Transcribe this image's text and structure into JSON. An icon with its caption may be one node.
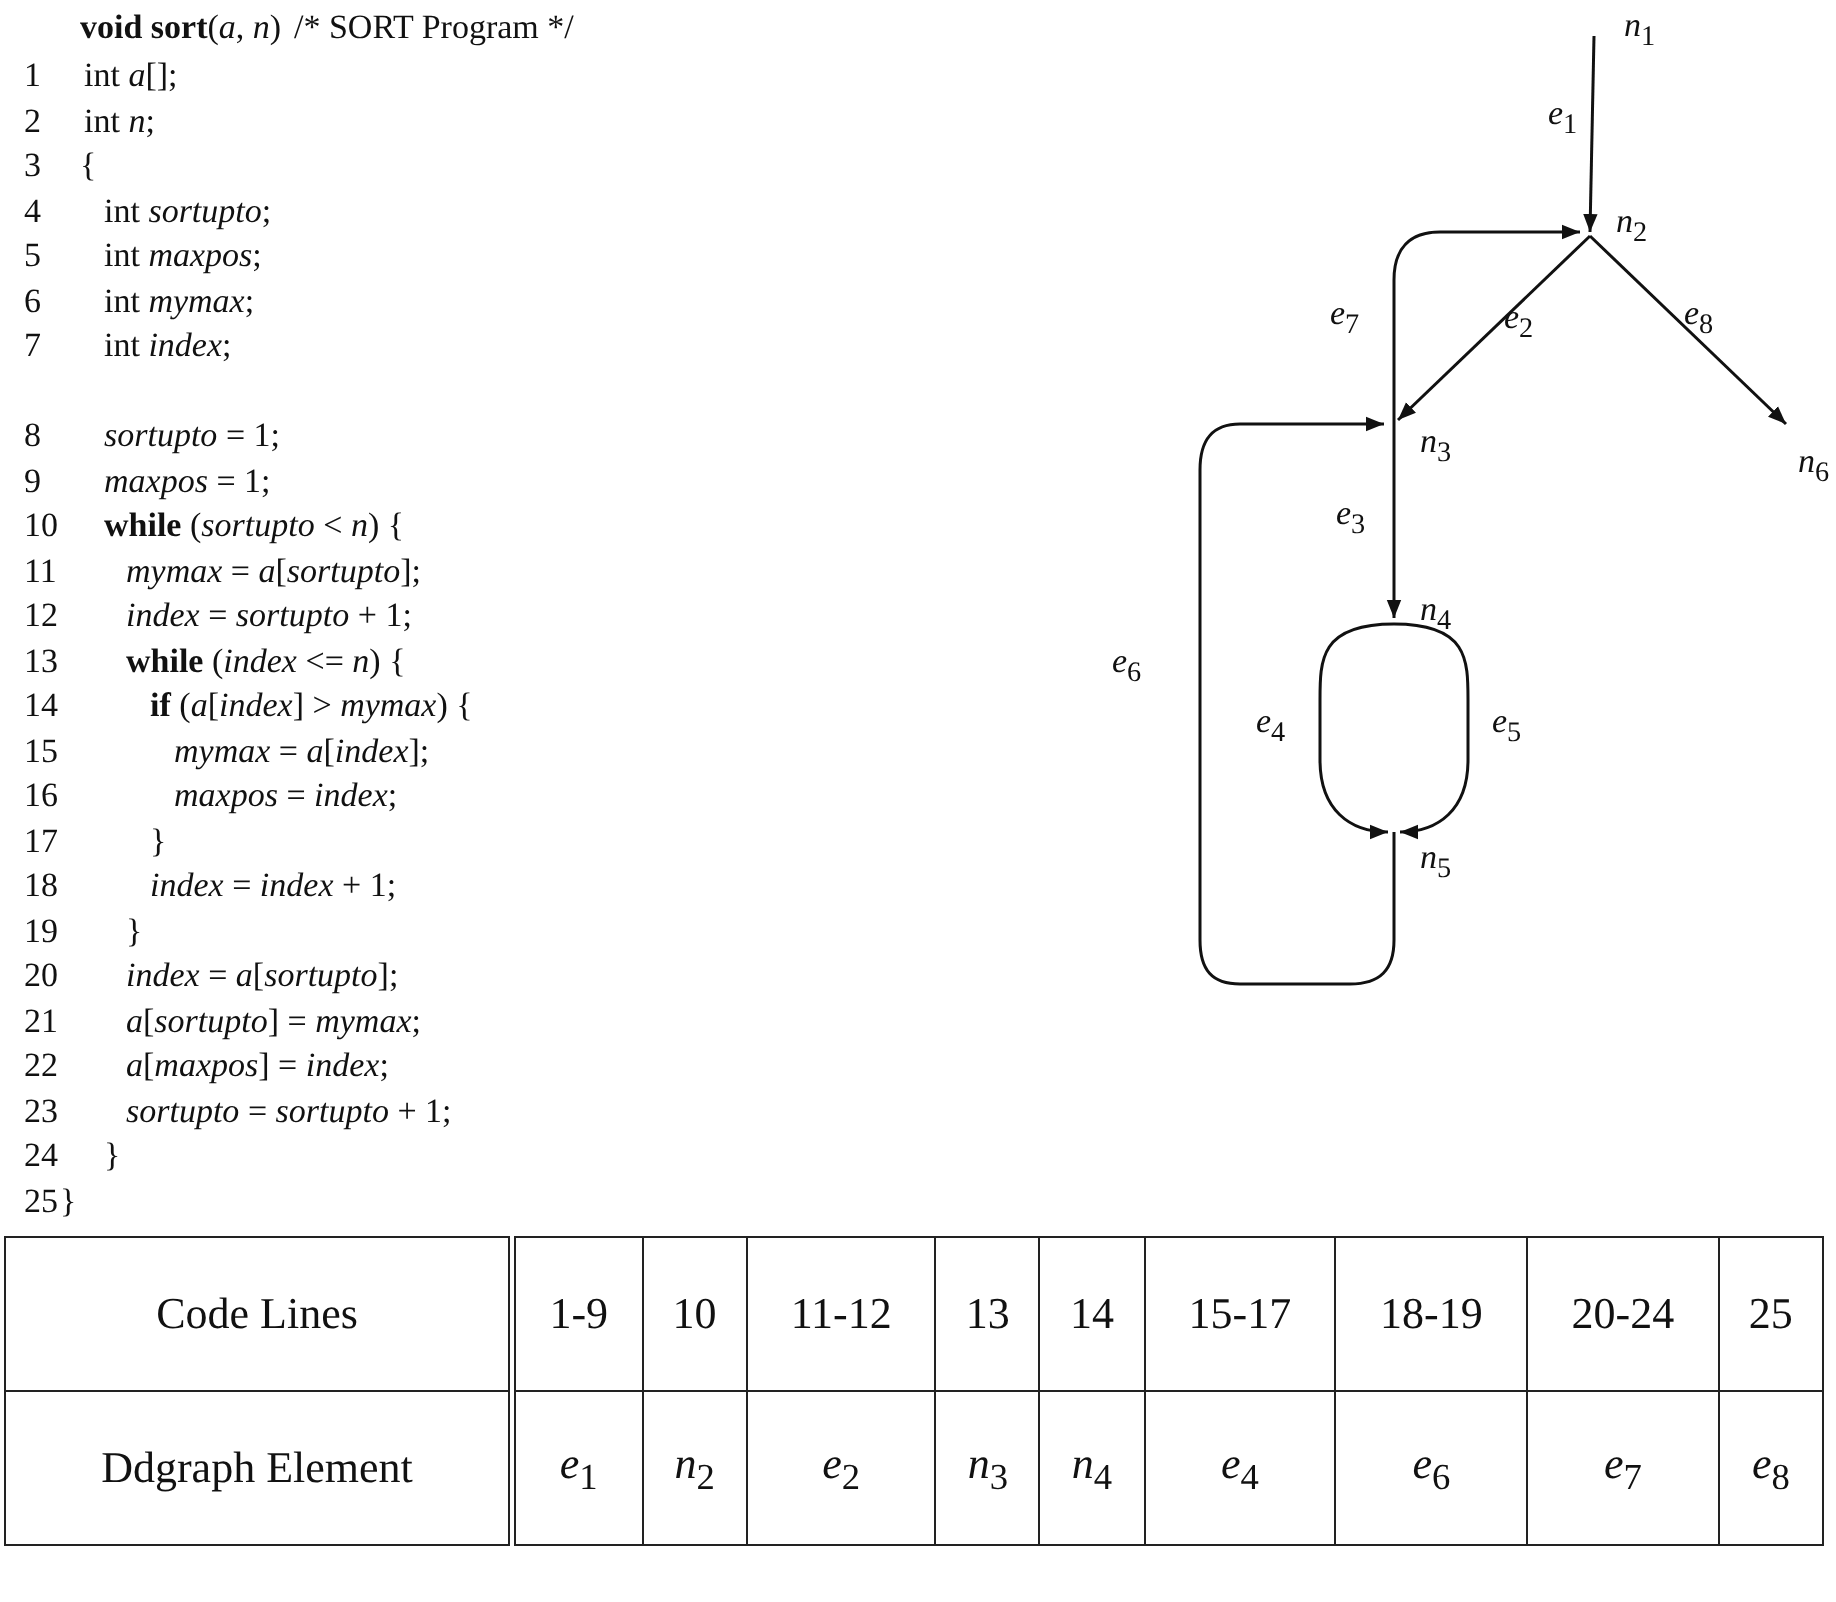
{
  "diagram": {
    "nodes": [
      {
        "text": [
          "*n*$_{1}$"
        ]
      },
      {
        "text": [
          "*n*$_{2}$"
        ]
      },
      {
        "text": [
          "*n*$_{3}$"
        ]
      },
      {
        "text": [
          "*n*$_{4}$"
        ]
      },
      {
        "text": [
          "*n*$_{5}$"
        ]
      },
      {
        "text": [
          "*n*$_{6}$"
        ]
      }
    ],
    "edges": [
      {
        "from": 0,
        "to": 1,
        "arrow": "to",
        "label": "*e*$_{1}$"
      },
      {
        "from": 1,
        "to": 2,
        "arrow": "to",
        "label": "*e*$_{2}$"
      },
      {
        "from": 2,
        "to": 3,
        "arrow": "to",
        "label": "*e*$_{3}$"
      },
      {
        "from": 3,
        "to": 4,
        "arrow": "to",
        "label": "*e*$_{4}$"
      },
      {
        "from": 3,
        "to": 4,
        "arrow": "to",
        "label": "*e*$_{5}$"
      },
      {
        "from": 4,
        "to": 2,
        "arrow": "to",
        "label": "*e*$_{6}$"
      },
      {
        "from": 2,
        "to": 1,
        "arrow": "to",
        "label": "*e*$_{7}$"
      },
      {
        "from": 1,
        "to": 5,
        "arrow": "to",
        "label": "*e*$_{8}$"
      }
    ],
    "labels": [
      "**void sort**(*a*, *n*)",
      "/* SORT Program */",
      "1",
      "int *a*[];",
      "2",
      "int *n*;",
      "3",
      "{",
      "4",
      "int *sortupto*;",
      "5",
      "int *maxpos*;",
      "6",
      "int *mymax*;",
      "7",
      "int *index*;",
      "8",
      "*sortupto* = 1;",
      "9",
      "*maxpos* = 1;",
      "10",
      "**while** (*sortupto* < *n*) {",
      "11",
      "*mymax* = *a*[*sortupto*];",
      "12",
      "*index* = *sortupto* + 1;",
      "13",
      "**while** (*index* <= *n*) {",
      "14",
      "**if** (*a*[*index*] > *mymax*) {",
      "15",
      "*mymax* = *a*[*index*];",
      "16",
      "*maxpos* = *index*;",
      "17",
      "}",
      "18",
      "*index* = *index* + 1;",
      "19",
      "}",
      "20",
      "*index* = *a*[*sortupto*];",
      "21",
      "*a*[*sortupto*] = *mymax*;",
      "22",
      "*a*[*maxpos*] = *index*;",
      "23",
      "*sortupto* = *sortupto* + 1;",
      "24",
      "}",
      "25",
      "}",
      "Code Lines",
      "1-9",
      "10",
      "11-12",
      "13",
      "14",
      "15-17",
      "18-19",
      "20-24",
      "25",
      "Ddgraph Element",
      "*e*$_{1}$",
      "*n*$_{2}$",
      "*e*$_{2}$",
      "*n*$_{3}$",
      "*n*$_{4}$",
      "*e*$_{4}$",
      "*e*$_{6}$",
      "*e*$_{7}$",
      "*e*$_{8}$"
    ]
  }
}
